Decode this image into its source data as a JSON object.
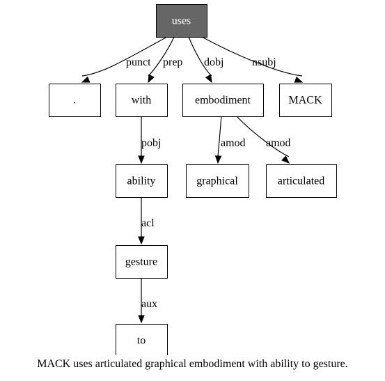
{
  "diagram": {
    "colors": {
      "root_fill": "#666666",
      "root_text": "#ffffff",
      "node_fill": "#ffffff",
      "node_text": "#000000",
      "edge": "#000000"
    },
    "nodes": [
      {
        "id": "uses",
        "label": "uses",
        "root": true
      },
      {
        "id": "dot",
        "label": "."
      },
      {
        "id": "with",
        "label": "with"
      },
      {
        "id": "embodiment",
        "label": "embodiment"
      },
      {
        "id": "mack",
        "label": "MACK"
      },
      {
        "id": "ability",
        "label": "ability"
      },
      {
        "id": "graphical",
        "label": "graphical"
      },
      {
        "id": "articulated",
        "label": "articulated"
      },
      {
        "id": "gesture",
        "label": "gesture"
      },
      {
        "id": "to",
        "label": "to"
      }
    ],
    "edges": [
      {
        "from": "uses",
        "to": "dot",
        "label": "punct"
      },
      {
        "from": "uses",
        "to": "with",
        "label": "prep"
      },
      {
        "from": "uses",
        "to": "embodiment",
        "label": "dobj"
      },
      {
        "from": "uses",
        "to": "mack",
        "label": "nsubj"
      },
      {
        "from": "with",
        "to": "ability",
        "label": "pobj"
      },
      {
        "from": "embodiment",
        "to": "graphical",
        "label": "amod"
      },
      {
        "from": "embodiment",
        "to": "articulated",
        "label": "amod"
      },
      {
        "from": "ability",
        "to": "gesture",
        "label": "acl"
      },
      {
        "from": "gesture",
        "to": "to",
        "label": "aux"
      }
    ]
  },
  "caption": "MACK uses articulated graphical embodiment with ability to gesture."
}
